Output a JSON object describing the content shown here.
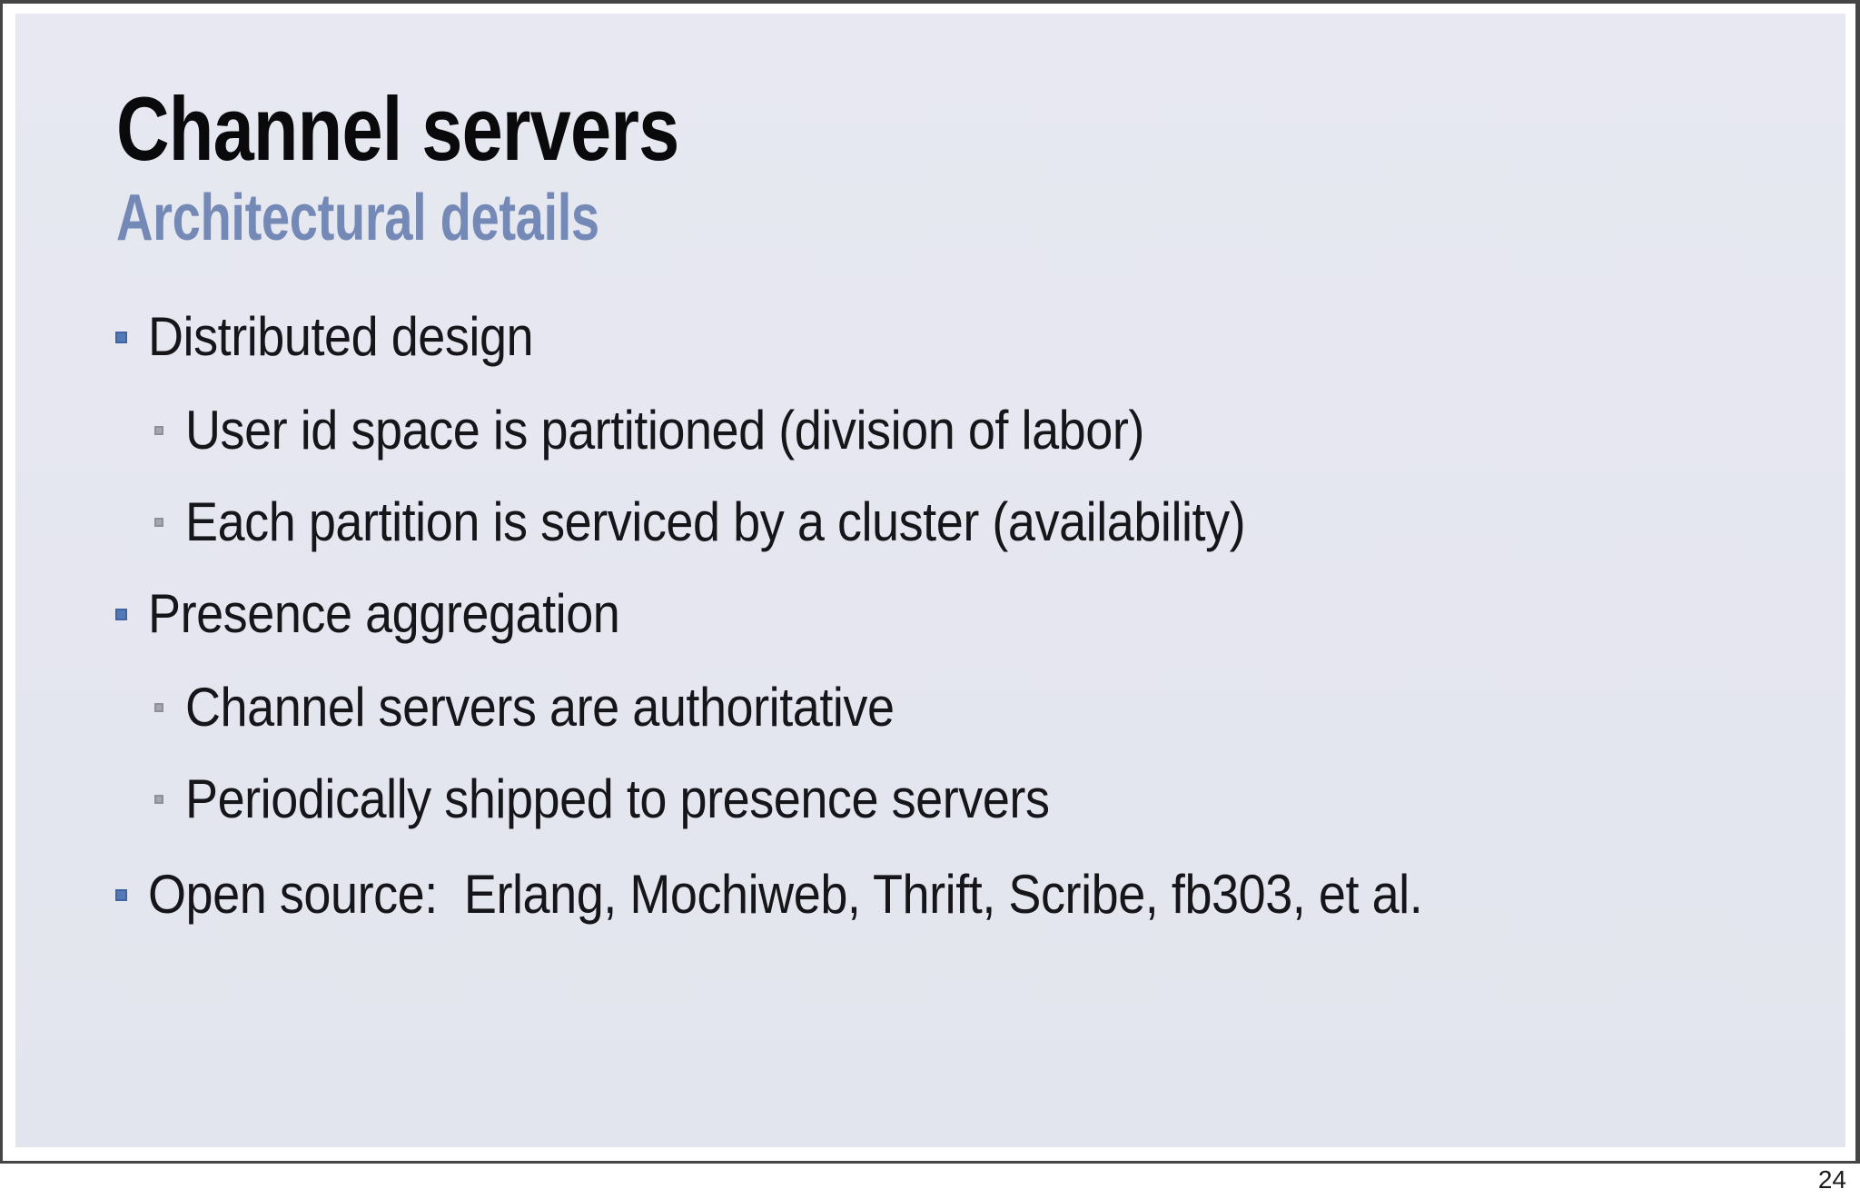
{
  "page": {
    "page_number": "24"
  },
  "slide": {
    "title": "Channel servers",
    "subtitle": "Architectural details",
    "bullets": [
      {
        "level": 1,
        "text": "Distributed design"
      },
      {
        "level": 2,
        "text": "User id space is partitioned (division of labor)"
      },
      {
        "level": 2,
        "text": "Each partition is serviced by a cluster (availability)"
      },
      {
        "level": 1,
        "text": "Presence aggregation"
      },
      {
        "level": 2,
        "text": "Channel servers are authoritative"
      },
      {
        "level": 2,
        "text": "Periodically shipped to presence servers"
      },
      {
        "level": 1,
        "text": "Open source:  Erlang, Mochiweb, Thrift, Scribe, fb303, et al."
      }
    ],
    "colors": {
      "slide_background": "#e4e6ef",
      "title_text": "#0a0a0c",
      "subtitle_text": "#7489b6",
      "body_text": "#16161a",
      "bullet_level1": "#5379b6",
      "bullet_level2": "#a6a6ae",
      "frame_border": "#454545"
    }
  }
}
